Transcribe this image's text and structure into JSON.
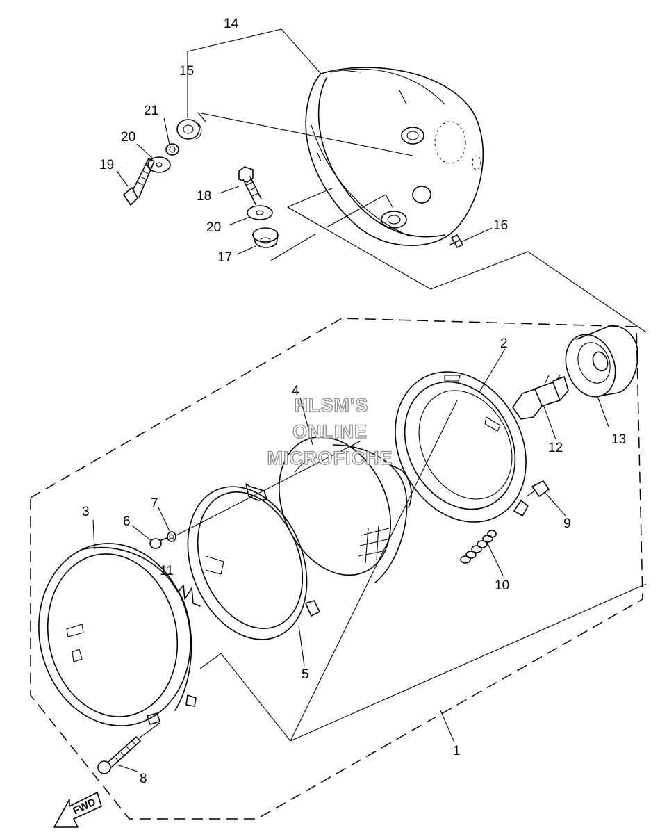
{
  "watermark": {
    "line1": "HLSM'S",
    "line2": "ONLINE",
    "line3": "MICROFICHE"
  },
  "direction_arrow": {
    "label": "FWD",
    "icon": "fwd-arrow-icon"
  },
  "callouts": {
    "c1": "1",
    "c2": "2",
    "c3": "3",
    "c4": "4",
    "c5": "5",
    "c6": "6",
    "c7": "7",
    "c8": "8",
    "c9": "9",
    "c10": "10",
    "c11": "11",
    "c12": "12",
    "c13": "13",
    "c14": "14",
    "c15": "15",
    "c16": "16",
    "c17": "17",
    "c18": "18",
    "c19": "19",
    "c20a": "20",
    "c20b": "20",
    "c21": "21"
  },
  "colors": {
    "line": "#000000",
    "watermark_outline": "#8c8c8c",
    "background": "#ffffff"
  }
}
